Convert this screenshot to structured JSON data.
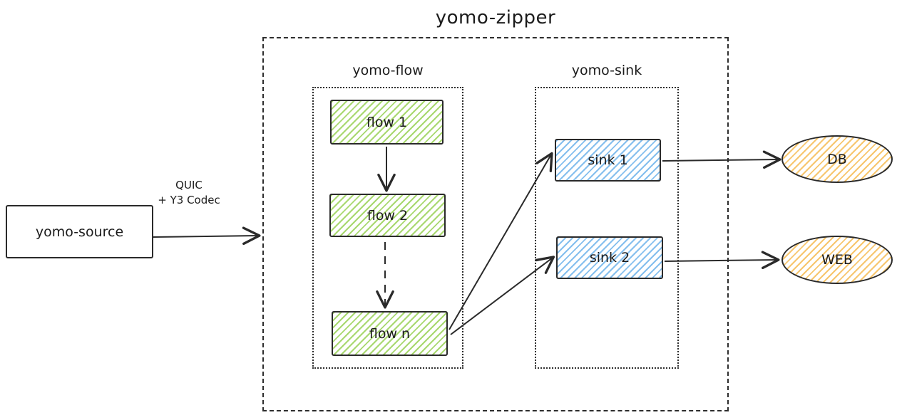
{
  "title": "yomo-zipper",
  "groups": {
    "flow": {
      "label": "yomo-flow"
    },
    "sink": {
      "label": "yomo-sink"
    }
  },
  "nodes": {
    "source": {
      "label": "yomo-source",
      "shape": "rectangle",
      "fill_hatch": "#e08ddf"
    },
    "flow1": {
      "label": "flow 1",
      "shape": "rectangle",
      "fill_hatch": "#a8d86f"
    },
    "flow2": {
      "label": "flow 2",
      "shape": "rectangle",
      "fill_hatch": "#a8d86f"
    },
    "flown": {
      "label": "flow n",
      "shape": "rectangle",
      "fill_hatch": "#a8d86f"
    },
    "sink1": {
      "label": "sink 1",
      "shape": "rectangle",
      "fill_hatch": "#85bfee"
    },
    "sink2": {
      "label": "sink 2",
      "shape": "rectangle",
      "fill_hatch": "#85bfee"
    },
    "db": {
      "label": "DB",
      "shape": "ellipse",
      "fill_hatch": "#f7c66e"
    },
    "web": {
      "label": "WEB",
      "shape": "ellipse",
      "fill_hatch": "#f7c66e"
    }
  },
  "edge_label": {
    "line1": "QUIC",
    "line2": "+ Y3 Codec"
  },
  "edges": [
    {
      "from": "yomo-source",
      "to": "yomo-zipper",
      "label": "QUIC + Y3 Codec",
      "style": "solid"
    },
    {
      "from": "flow 1",
      "to": "flow 2",
      "style": "solid"
    },
    {
      "from": "flow 2",
      "to": "flow n",
      "style": "dashed"
    },
    {
      "from": "flow n",
      "to": "sink 1",
      "style": "solid"
    },
    {
      "from": "flow n",
      "to": "sink 2",
      "style": "solid"
    },
    {
      "from": "sink 1",
      "to": "DB",
      "style": "solid"
    },
    {
      "from": "sink 2",
      "to": "WEB",
      "style": "solid"
    }
  ],
  "colors": {
    "stroke": "#2a2a2a",
    "source_hatch": "#e08ddf",
    "flow_hatch": "#a8d86f",
    "sink_hatch": "#85bfee",
    "output_hatch": "#f7c66e",
    "background": "#ffffff"
  }
}
